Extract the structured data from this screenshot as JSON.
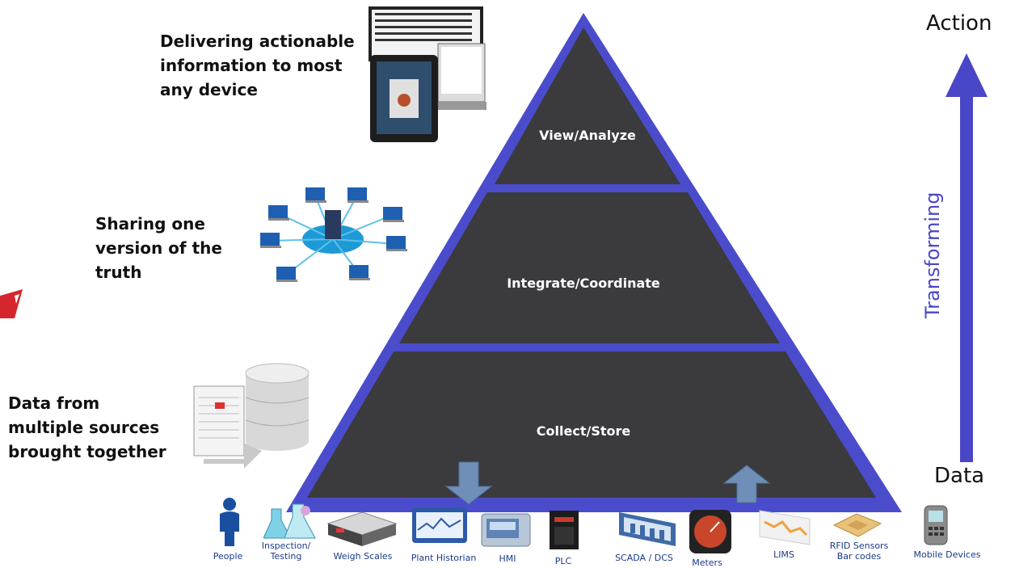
{
  "captions": {
    "top": "Delivering actionable\ninformation to most\nany device",
    "middle": "Sharing one\nversion of the\ntruth",
    "bottom": "Data from\nmultiple sources\nbrought together"
  },
  "pyramid": {
    "tiers": [
      {
        "label": "View/Analyze"
      },
      {
        "label": "Integrate/Coordinate"
      },
      {
        "label": "Collect/Store"
      }
    ]
  },
  "axis": {
    "top": "Action",
    "bottom": "Data",
    "side": "Transforming",
    "color": "#4a46c8"
  },
  "sources": [
    {
      "label": "People",
      "icon": "person-icon"
    },
    {
      "label": "Inspection/\nTesting",
      "icon": "flask-icon"
    },
    {
      "label": "Weigh Scales",
      "icon": "scale-icon"
    },
    {
      "label": "Plant Historian",
      "icon": "monitor-icon"
    },
    {
      "label": "HMI",
      "icon": "hmi-icon"
    },
    {
      "label": "PLC",
      "icon": "plc-icon"
    },
    {
      "label": "SCADA / DCS",
      "icon": "scada-icon"
    },
    {
      "label": "Meters",
      "icon": "gauge-icon"
    },
    {
      "label": "LIMS",
      "icon": "lims-icon"
    },
    {
      "label": "RFID Sensors\nBar codes",
      "icon": "rfid-icon"
    },
    {
      "label": "Mobile Devices",
      "icon": "handheld-icon"
    }
  ]
}
